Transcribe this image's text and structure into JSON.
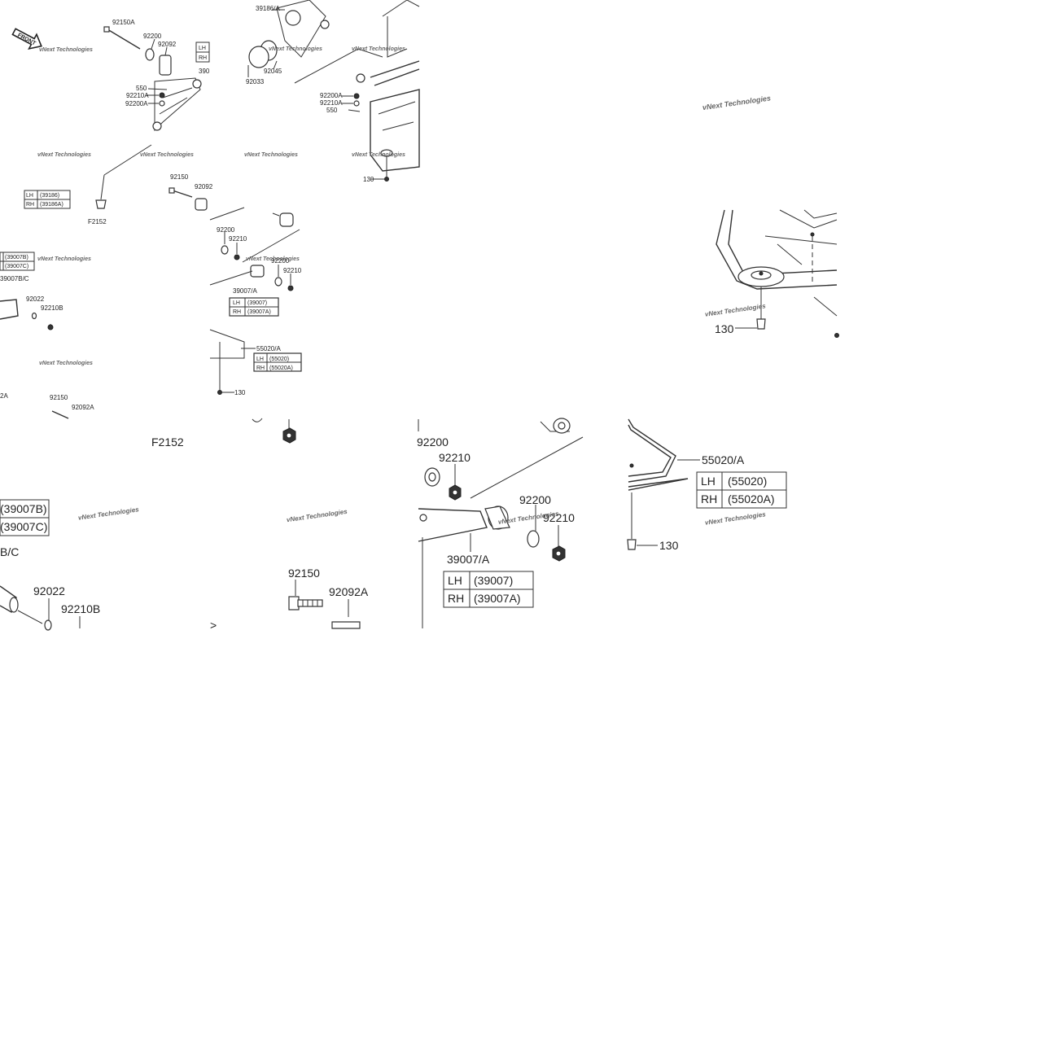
{
  "watermark": "vNext Technologies",
  "overview": {
    "front_badge": "FRONT",
    "figure_code": "F2152",
    "labels": {
      "p92150A": "92150A",
      "p92200_top": "92200",
      "p92092": "92092",
      "p550": "550",
      "p92210A": "92210A",
      "p92200A": "92200A",
      "p39186A": "39186/A",
      "p92045": "92045",
      "p92033": "92033",
      "p92200A_r": "92200A",
      "p92210A_r": "92210A",
      "p550_r": "550",
      "p130_r": "130",
      "p92150": "92150",
      "p92092_mid": "92092",
      "p92200_mid": "92200",
      "p92210_mid": "92210",
      "p92200_mid2": "92200",
      "p92210_mid2": "92210",
      "p39007A": "39007/A",
      "p55020A": "55020/A",
      "p130_mid": "130",
      "p39007BC": "39007B/C",
      "p92022": "92022",
      "p92210B": "92210B",
      "p92150_bot": "92150",
      "p92092A_bot": "92092A",
      "p39_partial": "390",
      "p2A": "2A"
    },
    "table_39186": [
      [
        "LH",
        "(39186)"
      ],
      [
        "RH",
        "(39186A)"
      ]
    ],
    "table_39007BC": [
      [
        "",
        "(39007B)"
      ],
      [
        "",
        "(39007C)"
      ]
    ],
    "table_39007": [
      [
        "LH",
        "(39007)"
      ],
      [
        "RH",
        "(39007A)"
      ]
    ],
    "table_55020": [
      [
        "LH",
        "(55020)"
      ],
      [
        "RH",
        "(55020A)"
      ]
    ],
    "table_partial": [
      [
        "LH"
      ],
      [
        "RH"
      ]
    ]
  },
  "zoom_skidplate": {
    "label_130": "130"
  },
  "zoom_lower_left": {
    "figure_code": "F2152",
    "table_39007BC": [
      "(39007B)",
      "(39007C)"
    ],
    "label_BC": "B/C",
    "label_92022": "92022",
    "label_92210B": "92210B",
    "label_92150": "92150",
    "label_92092A": "92092A"
  },
  "zoom_lower_mid": {
    "label_92200_a": "92200",
    "label_92210_a": "92210",
    "label_92200_b": "92200",
    "label_92210_b": "92210",
    "label_39007A": "39007/A",
    "table_39007": [
      [
        "LH",
        "(39007)"
      ],
      [
        "RH",
        "(39007A)"
      ]
    ]
  },
  "zoom_lower_right": {
    "label_55020A": "55020/A",
    "label_130": "130",
    "table_55020": [
      [
        "LH",
        "(55020)"
      ],
      [
        "RH",
        "(55020A)"
      ]
    ]
  }
}
